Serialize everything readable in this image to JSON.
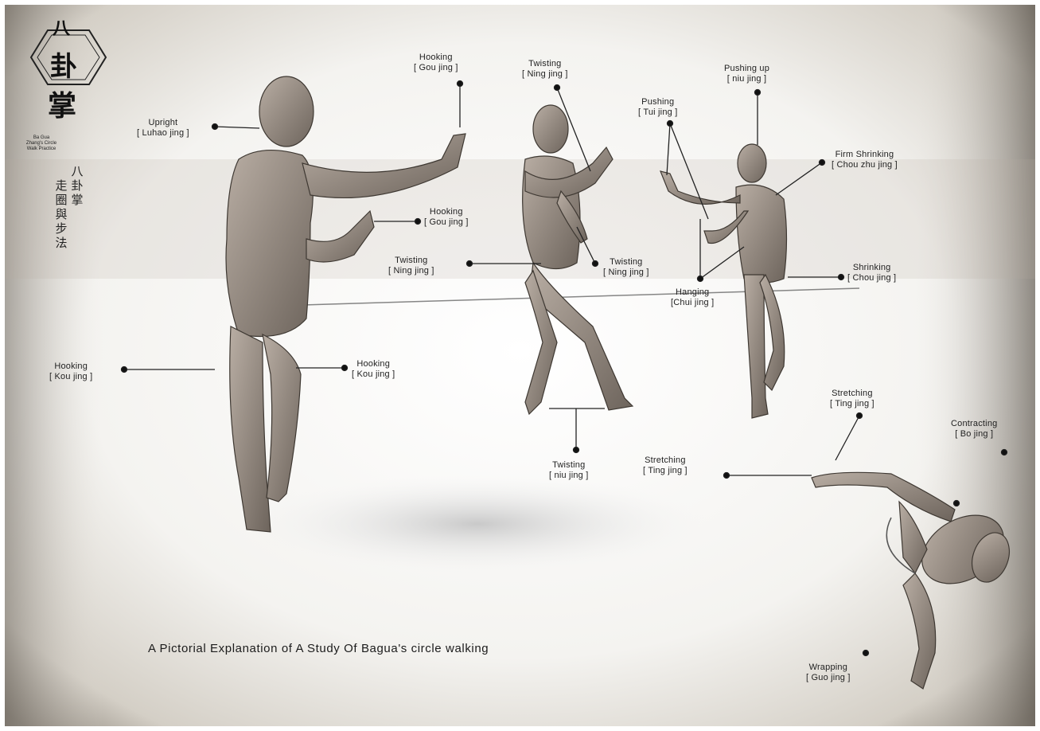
{
  "logo": {
    "chars": [
      "八",
      "卦",
      "掌"
    ],
    "subtitle_lines": [
      "Ba Gua",
      "Zhang's Circle",
      "Walk Practice"
    ],
    "vertical_text": [
      "八卦掌",
      "走圈與步法"
    ]
  },
  "caption": "A Pictorial Explanation of A Study Of  Bagua's circle walking",
  "figure1": {
    "upright": {
      "name": "Upright",
      "jing": "[ Luhao jing ]"
    },
    "hooking_hand": {
      "name": "Hooking",
      "jing": "[ Gou jing ]"
    },
    "hooking_palm": {
      "name": "Hooking",
      "jing": "[ Gou jing ]"
    },
    "hooking_left": {
      "name": "Hooking",
      "jing": "[ Kou jing ]"
    },
    "hooking_right": {
      "name": "Hooking",
      "jing": "[ Kou jing ]"
    }
  },
  "figure2": {
    "twisting_top": {
      "name": "Twisting",
      "jing": "[ Ning jing ]"
    },
    "twisting_left": {
      "name": "Twisting",
      "jing": "[ Ning jing ]"
    },
    "twisting_right": {
      "name": "Twisting",
      "jing": "[ Ning jing ]"
    },
    "twisting_bottom": {
      "name": "Twisting",
      "jing": "[ niu jing ]"
    }
  },
  "figure3": {
    "pushing": {
      "name": "Pushing",
      "jing": "[ Tui  jing ]"
    },
    "pushing_up": {
      "name": "Pushing up",
      "jing": "[ niu jing ]"
    },
    "firm_shrinking": {
      "name": "Firm Shrinking",
      "jing": "[ Chou zhu jing ]"
    },
    "shrinking": {
      "name": "Shrinking",
      "jing": "[ Chou jing ]"
    },
    "hanging": {
      "name": "Hanging",
      "jing": "[Chui jing ]"
    }
  },
  "figure4": {
    "stretching_top": {
      "name": "Stretching",
      "jing": "[ Ting  jing ]"
    },
    "stretching_left": {
      "name": "Stretching",
      "jing": "[ Ting  jing ]"
    },
    "contracting": {
      "name": "Contracting",
      "jing": "[ Bo  jing ]"
    },
    "wrapping": {
      "name": "Wrapping",
      "jing": "[ Guo jing ]"
    }
  },
  "colors": {
    "paper": "#efeeea",
    "ink": "#1a1a1a",
    "skin": "#9a8d82",
    "shadow": "#d9d9d9"
  }
}
